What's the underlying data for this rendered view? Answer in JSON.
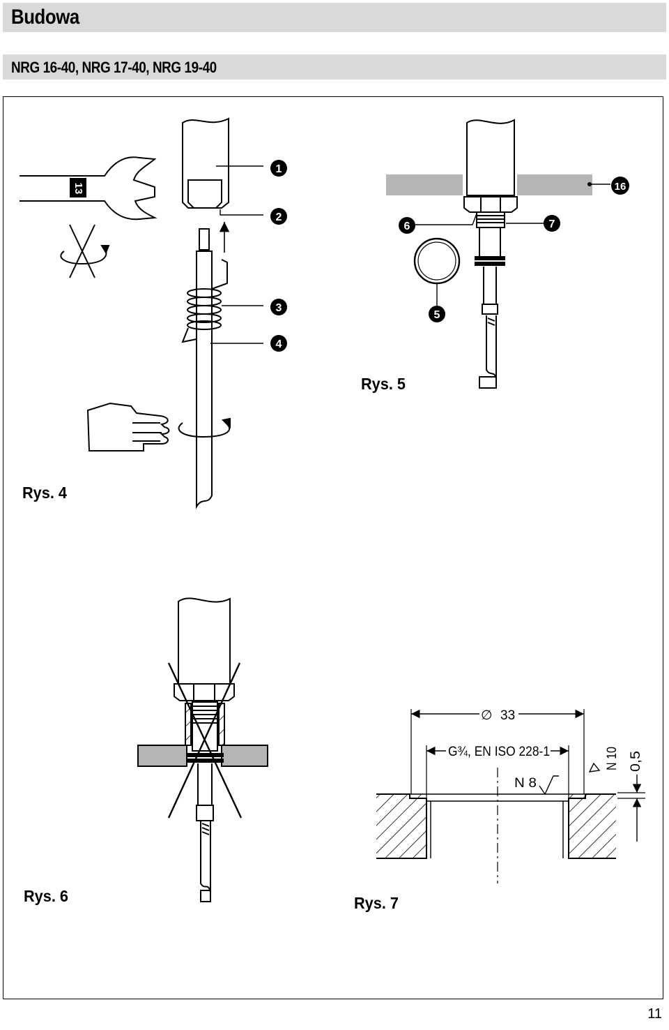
{
  "header": {
    "section_title": "Budowa",
    "models_title": "NRG 16-40, NRG 17-40, NRG 19-40"
  },
  "figures": {
    "rys4": {
      "caption": "Rys. 4",
      "wrench_size": "13",
      "callouts": [
        "1",
        "2",
        "3",
        "4"
      ]
    },
    "rys5": {
      "caption": "Rys. 5",
      "callouts": [
        "16",
        "6",
        "7",
        "5"
      ]
    },
    "rys6": {
      "caption": "Rys. 6"
    },
    "rys7": {
      "caption": "Rys. 7",
      "dim_diameter_symbol": "∅",
      "dim_diameter": "33",
      "dim_thread": "G¾, EN ISO 228-1",
      "surface_n8": "N 8",
      "surface_n10": "N 10",
      "dim_depth": "0,5"
    }
  },
  "page_number": "11"
}
